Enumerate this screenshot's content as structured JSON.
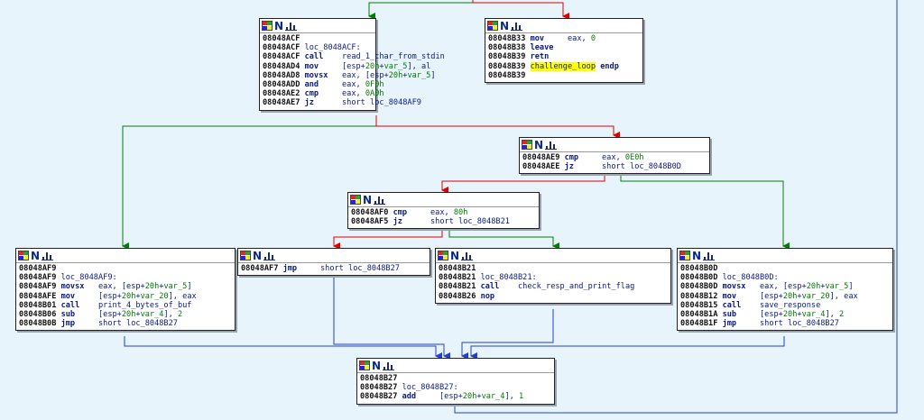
{
  "colors": {
    "edge_true": "#008000",
    "edge_false": "#e00000",
    "edge_uncond": "#1f3fd0",
    "canvas": "#e8f4fb"
  },
  "nodes": [
    {
      "id": "loc_8048ACF",
      "lines": [
        [
          {
            "t": "08048ACF",
            "c": "addr"
          }
        ],
        [
          {
            "t": "08048ACF",
            "c": "addr"
          },
          {
            "t": " loc_8048ACF:",
            "c": "lbl"
          }
        ],
        [
          {
            "t": "08048ACF",
            "c": "addr"
          },
          {
            "t": " call    ",
            "c": "mn"
          },
          {
            "t": "read_1_char_from_stdin",
            "c": "op"
          }
        ],
        [
          {
            "t": "08048AD4",
            "c": "addr"
          },
          {
            "t": " mov     ",
            "c": "mn"
          },
          {
            "t": "[esp+",
            "c": "op"
          },
          {
            "t": "20h",
            "c": "grn"
          },
          {
            "t": "+",
            "c": "op"
          },
          {
            "t": "var_5",
            "c": "grn"
          },
          {
            "t": "], al",
            "c": "op"
          }
        ],
        [
          {
            "t": "08048AD8",
            "c": "addr"
          },
          {
            "t": " movsx   ",
            "c": "mn"
          },
          {
            "t": "eax, [esp+",
            "c": "op"
          },
          {
            "t": "20h",
            "c": "grn"
          },
          {
            "t": "+",
            "c": "op"
          },
          {
            "t": "var_5",
            "c": "grn"
          },
          {
            "t": "]",
            "c": "op"
          }
        ],
        [
          {
            "t": "08048ADD",
            "c": "addr"
          },
          {
            "t": " and     ",
            "c": "mn"
          },
          {
            "t": "eax, ",
            "c": "op"
          },
          {
            "t": "0F0h",
            "c": "grn"
          }
        ],
        [
          {
            "t": "08048AE2",
            "c": "addr"
          },
          {
            "t": " cmp     ",
            "c": "mn"
          },
          {
            "t": "eax, ",
            "c": "op"
          },
          {
            "t": "0A0h",
            "c": "grn"
          }
        ],
        [
          {
            "t": "08048AE7",
            "c": "addr"
          },
          {
            "t": " jz      ",
            "c": "mn"
          },
          {
            "t": "short loc_8048AF9",
            "c": "op"
          }
        ]
      ]
    },
    {
      "id": "loc_8048B33",
      "lines": [
        [
          {
            "t": "08048B33",
            "c": "addr"
          },
          {
            "t": " mov     ",
            "c": "mn"
          },
          {
            "t": "eax, ",
            "c": "op"
          },
          {
            "t": "0",
            "c": "grn"
          }
        ],
        [
          {
            "t": "08048B38",
            "c": "addr"
          },
          {
            "t": " leave",
            "c": "mn"
          }
        ],
        [
          {
            "t": "08048B39",
            "c": "addr"
          },
          {
            "t": " retn",
            "c": "mn"
          }
        ],
        [
          {
            "t": "08048B39",
            "c": "addr"
          },
          {
            "t": " ",
            "c": "op"
          },
          {
            "t": "challenge_loop",
            "c": "yel"
          },
          {
            "t": " endp",
            "c": "mn"
          }
        ],
        [
          {
            "t": "08048B39",
            "c": "addr"
          }
        ]
      ]
    },
    {
      "id": "loc_8048AE9",
      "lines": [
        [
          {
            "t": "08048AE9",
            "c": "addr"
          },
          {
            "t": " cmp     ",
            "c": "mn"
          },
          {
            "t": "eax, ",
            "c": "op"
          },
          {
            "t": "0E0h",
            "c": "grn"
          }
        ],
        [
          {
            "t": "08048AEE",
            "c": "addr"
          },
          {
            "t": " jz      ",
            "c": "mn"
          },
          {
            "t": "short loc_8048B0D",
            "c": "op"
          }
        ]
      ]
    },
    {
      "id": "loc_8048AF0",
      "lines": [
        [
          {
            "t": "08048AF0",
            "c": "addr"
          },
          {
            "t": " cmp     ",
            "c": "mn"
          },
          {
            "t": "eax, ",
            "c": "op"
          },
          {
            "t": "80h",
            "c": "grn"
          }
        ],
        [
          {
            "t": "08048AF5",
            "c": "addr"
          },
          {
            "t": " jz      ",
            "c": "mn"
          },
          {
            "t": "short loc_8048B21",
            "c": "op"
          }
        ]
      ]
    },
    {
      "id": "loc_8048AF9",
      "lines": [
        [
          {
            "t": "08048AF9",
            "c": "addr"
          }
        ],
        [
          {
            "t": "08048AF9",
            "c": "addr"
          },
          {
            "t": " loc_8048AF9:",
            "c": "lbl"
          }
        ],
        [
          {
            "t": "08048AF9",
            "c": "addr"
          },
          {
            "t": " movsx   ",
            "c": "mn"
          },
          {
            "t": "eax, [esp+",
            "c": "op"
          },
          {
            "t": "20h",
            "c": "grn"
          },
          {
            "t": "+",
            "c": "op"
          },
          {
            "t": "var_5",
            "c": "grn"
          },
          {
            "t": "]",
            "c": "op"
          }
        ],
        [
          {
            "t": "08048AFE",
            "c": "addr"
          },
          {
            "t": " mov     ",
            "c": "mn"
          },
          {
            "t": "[esp+",
            "c": "op"
          },
          {
            "t": "20h",
            "c": "grn"
          },
          {
            "t": "+",
            "c": "op"
          },
          {
            "t": "var_20",
            "c": "grn"
          },
          {
            "t": "], eax",
            "c": "op"
          }
        ],
        [
          {
            "t": "08048B01",
            "c": "addr"
          },
          {
            "t": " call    ",
            "c": "mn"
          },
          {
            "t": "print_4_bytes_of_buf",
            "c": "op"
          }
        ],
        [
          {
            "t": "08048B06",
            "c": "addr"
          },
          {
            "t": " sub     ",
            "c": "mn"
          },
          {
            "t": "[esp+",
            "c": "op"
          },
          {
            "t": "20h",
            "c": "grn"
          },
          {
            "t": "+",
            "c": "op"
          },
          {
            "t": "var_4",
            "c": "grn"
          },
          {
            "t": "], ",
            "c": "op"
          },
          {
            "t": "2",
            "c": "grn"
          }
        ],
        [
          {
            "t": "08048B0B",
            "c": "addr"
          },
          {
            "t": " jmp     ",
            "c": "mn"
          },
          {
            "t": "short loc_8048B27",
            "c": "op"
          }
        ]
      ]
    },
    {
      "id": "loc_8048AF7",
      "lines": [
        [
          {
            "t": "08048AF7",
            "c": "addr"
          },
          {
            "t": " jmp     ",
            "c": "mn"
          },
          {
            "t": "short loc_8048B27",
            "c": "op"
          }
        ]
      ]
    },
    {
      "id": "loc_8048B21",
      "lines": [
        [
          {
            "t": "08048B21",
            "c": "addr"
          }
        ],
        [
          {
            "t": "08048B21",
            "c": "addr"
          },
          {
            "t": " loc_8048B21:",
            "c": "lbl"
          }
        ],
        [
          {
            "t": "08048B21",
            "c": "addr"
          },
          {
            "t": " call    ",
            "c": "mn"
          },
          {
            "t": "check_resp_and_print_flag",
            "c": "op"
          }
        ],
        [
          {
            "t": "08048B26",
            "c": "addr"
          },
          {
            "t": " nop",
            "c": "mn"
          }
        ]
      ]
    },
    {
      "id": "loc_8048B0D",
      "lines": [
        [
          {
            "t": "08048B0D",
            "c": "addr"
          }
        ],
        [
          {
            "t": "08048B0D",
            "c": "addr"
          },
          {
            "t": " loc_8048B0D:",
            "c": "lbl"
          }
        ],
        [
          {
            "t": "08048B0D",
            "c": "addr"
          },
          {
            "t": " movsx   ",
            "c": "mn"
          },
          {
            "t": "eax, [esp+",
            "c": "op"
          },
          {
            "t": "20h",
            "c": "grn"
          },
          {
            "t": "+",
            "c": "op"
          },
          {
            "t": "var_5",
            "c": "grn"
          },
          {
            "t": "]",
            "c": "op"
          }
        ],
        [
          {
            "t": "08048B12",
            "c": "addr"
          },
          {
            "t": " mov     ",
            "c": "mn"
          },
          {
            "t": "[esp+",
            "c": "op"
          },
          {
            "t": "20h",
            "c": "grn"
          },
          {
            "t": "+",
            "c": "op"
          },
          {
            "t": "var_20",
            "c": "grn"
          },
          {
            "t": "], eax",
            "c": "op"
          }
        ],
        [
          {
            "t": "08048B15",
            "c": "addr"
          },
          {
            "t": " call    ",
            "c": "mn"
          },
          {
            "t": "save_response",
            "c": "op"
          }
        ],
        [
          {
            "t": "08048B1A",
            "c": "addr"
          },
          {
            "t": " sub     ",
            "c": "mn"
          },
          {
            "t": "[esp+",
            "c": "op"
          },
          {
            "t": "20h",
            "c": "grn"
          },
          {
            "t": "+",
            "c": "op"
          },
          {
            "t": "var_4",
            "c": "grn"
          },
          {
            "t": "], ",
            "c": "op"
          },
          {
            "t": "2",
            "c": "grn"
          }
        ],
        [
          {
            "t": "08048B1F",
            "c": "addr"
          },
          {
            "t": " jmp     ",
            "c": "mn"
          },
          {
            "t": "short loc_8048B27",
            "c": "op"
          }
        ]
      ]
    },
    {
      "id": "loc_8048B27",
      "lines": [
        [
          {
            "t": "08048B27",
            "c": "addr"
          }
        ],
        [
          {
            "t": "08048B27",
            "c": "addr"
          },
          {
            "t": " loc_8048B27:",
            "c": "lbl"
          }
        ],
        [
          {
            "t": "08048B27",
            "c": "addr"
          },
          {
            "t": " add     ",
            "c": "mn"
          },
          {
            "t": "[esp+",
            "c": "op"
          },
          {
            "t": "20h",
            "c": "grn"
          },
          {
            "t": "+",
            "c": "op"
          },
          {
            "t": "var_4",
            "c": "grn"
          },
          {
            "t": "], ",
            "c": "op"
          },
          {
            "t": "1",
            "c": "grn"
          }
        ]
      ]
    }
  ],
  "edges": [
    {
      "from": "entry",
      "to": "loc_8048ACF",
      "kind": "true"
    },
    {
      "from": "entry",
      "to": "loc_8048B33",
      "kind": "false"
    },
    {
      "from": "loc_8048ACF",
      "to": "loc_8048AF9",
      "kind": "true"
    },
    {
      "from": "loc_8048ACF",
      "to": "loc_8048AE9",
      "kind": "false"
    },
    {
      "from": "loc_8048AE9",
      "to": "loc_8048AF0",
      "kind": "false"
    },
    {
      "from": "loc_8048AE9",
      "to": "loc_8048B0D",
      "kind": "true"
    },
    {
      "from": "loc_8048AF0",
      "to": "loc_8048AF7",
      "kind": "false"
    },
    {
      "from": "loc_8048AF0",
      "to": "loc_8048B21",
      "kind": "true"
    },
    {
      "from": "loc_8048AF9",
      "to": "loc_8048B27",
      "kind": "uncond"
    },
    {
      "from": "loc_8048AF7",
      "to": "loc_8048B27",
      "kind": "uncond"
    },
    {
      "from": "loc_8048B21",
      "to": "loc_8048B27",
      "kind": "uncond"
    },
    {
      "from": "loc_8048B0D",
      "to": "loc_8048B27",
      "kind": "uncond"
    },
    {
      "from": "loc_8048B27",
      "to": "loop-back",
      "kind": "uncond"
    }
  ]
}
